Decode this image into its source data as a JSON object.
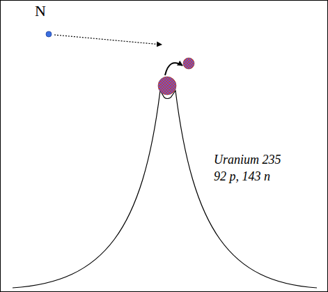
{
  "diagram": {
    "labels": [
      "N",
      "Uranium 235",
      "92 p, 143 n"
    ]
  }
}
